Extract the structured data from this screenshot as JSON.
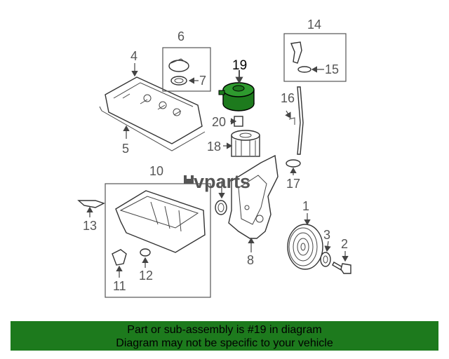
{
  "diagram": {
    "callouts": [
      "1",
      "2",
      "3",
      "4",
      "5",
      "6",
      "7",
      "8",
      "10",
      "11",
      "12",
      "13",
      "14",
      "15",
      "16",
      "17",
      "18",
      "19",
      "20"
    ],
    "highlighted_callout": "19",
    "highlight_color": "#1d7a1d",
    "watermark": "vparts"
  },
  "banner": {
    "line1": "Part or sub-assembly is #19 in diagram",
    "line2": "Diagram may not be specific to your vehicle",
    "color": "#1d7a1d"
  }
}
